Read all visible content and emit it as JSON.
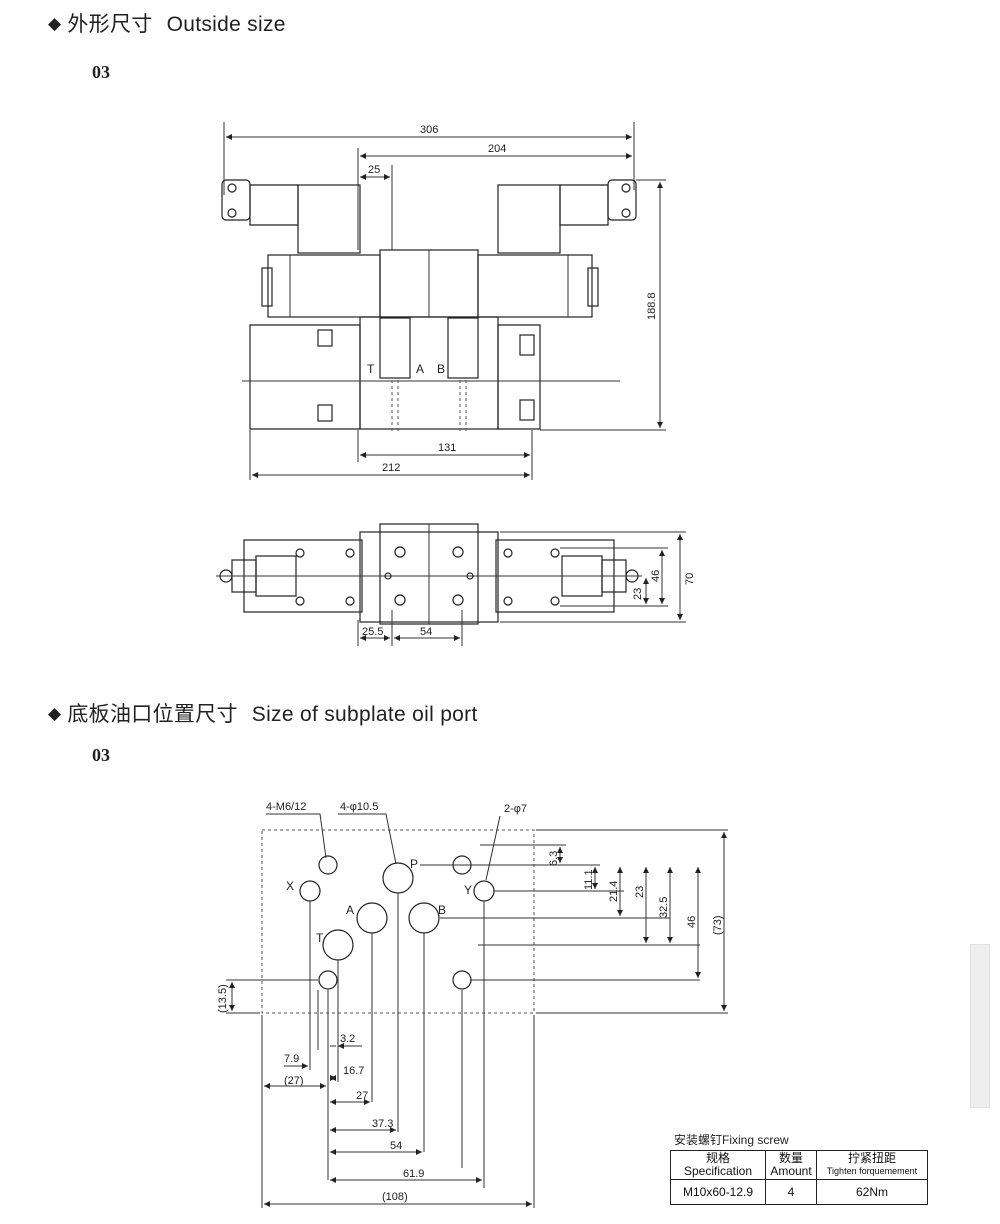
{
  "section1": {
    "diamond": "◆",
    "title_cn": "外形尺寸",
    "title_en": "Outside size",
    "model": "03",
    "dims": {
      "d306": "306",
      "d204": "204",
      "d25": "25",
      "d188": "188.8",
      "d131": "131",
      "d212": "212",
      "d70": "70",
      "d46": "46",
      "d23": "23",
      "d25_5": "25.5",
      "d54": "54"
    },
    "ports": {
      "t": "T",
      "a": "A",
      "b": "B"
    }
  },
  "section2": {
    "diamond": "◆",
    "title_cn": "底板油口位置尺寸",
    "title_en": "Size of subplate oil port",
    "model": "03",
    "callouts": {
      "m6": "4-M6/12",
      "phi10": "4-φ10.5",
      "phi7": "2-φ7"
    },
    "ports": {
      "p": "P",
      "x": "X",
      "y": "Y",
      "a": "A",
      "b": "B",
      "t": "T"
    },
    "dims": {
      "d6_3": "6.3",
      "d11_1": "11.1",
      "d21_4": "21.4",
      "d23": "23",
      "d32_5": "32.5",
      "d46": "46",
      "d73": "(73)",
      "d13_5": "(13.5)",
      "d3_2": "3.2",
      "d7_9": "7.9",
      "d16_7": "16.7",
      "d27p": "(27)",
      "d27": "27",
      "d37_3": "37.3",
      "d54": "54",
      "d61_9": "61.9",
      "d108": "(108)"
    }
  },
  "fixing_screw": {
    "title": "安装螺钉Fixing screw",
    "headers": [
      {
        "cn": "规格",
        "en": "Specification"
      },
      {
        "cn": "数量",
        "en": "Amount"
      },
      {
        "cn": "拧紧扭距",
        "en": "Tighten forquemement"
      }
    ],
    "row": {
      "spec": "M10x60-12.9",
      "amount": "4",
      "torque": "62Nm"
    }
  }
}
